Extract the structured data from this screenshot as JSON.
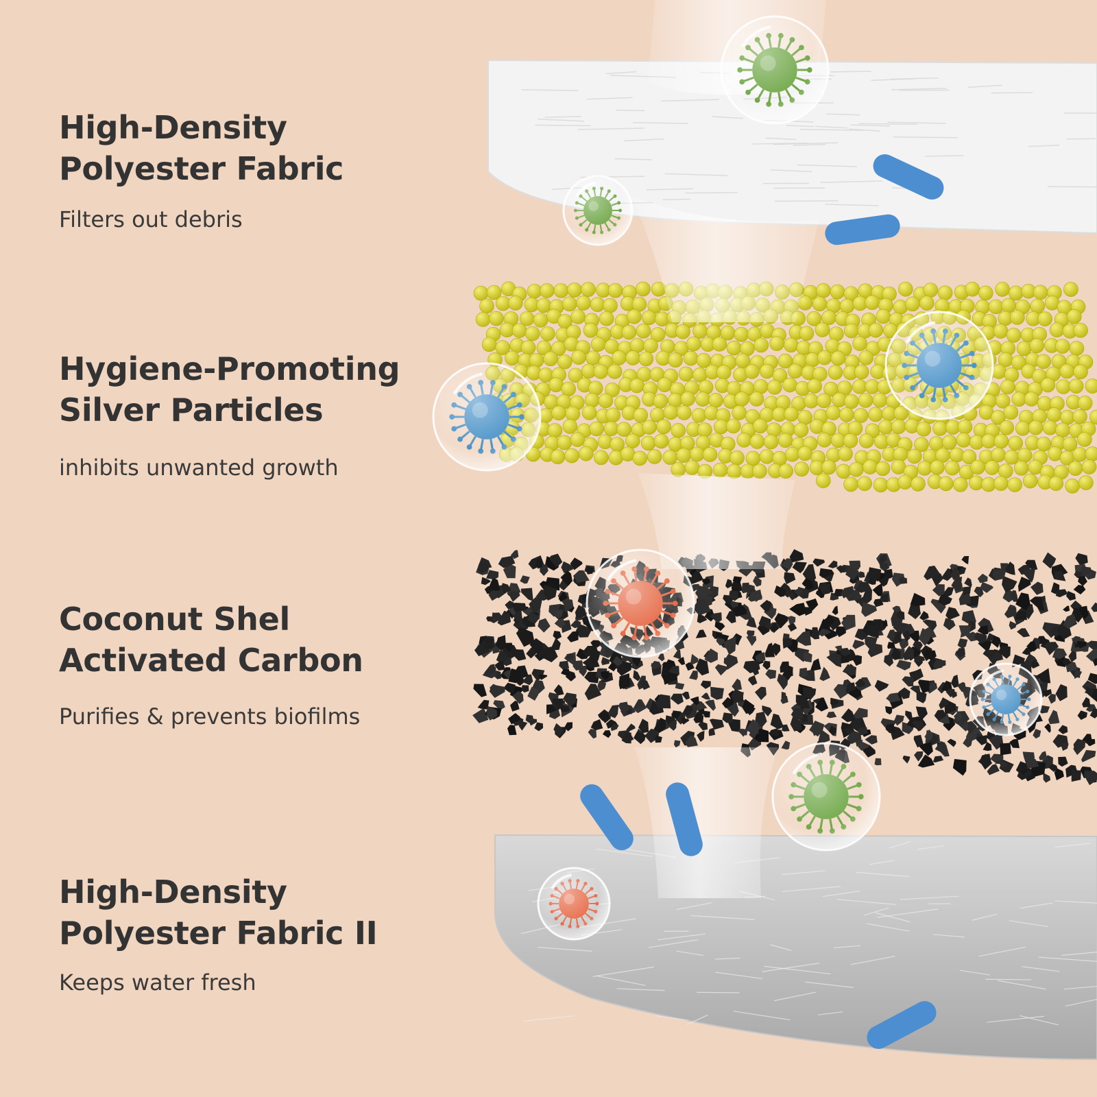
{
  "colors": {
    "background": "#f0d5c1",
    "text": "#333333",
    "fabric": "#f4f4f4",
    "fabric_bottom": "#bdbdbd",
    "silver_particles": "#d6cf2a",
    "carbon": "#1e1e1e",
    "water": "#ffffff",
    "microbe_green": "#5a9a2c",
    "microbe_blue": "#2f82c0",
    "microbe_red": "#e2542c",
    "rod": "#4d8ed0"
  },
  "layers": [
    {
      "title_line1": "High-Density",
      "title_line2": "Polyester Fabric",
      "description": "Filters out debris",
      "icon": "fabric-layer-icon"
    },
    {
      "title_line1": "Hygiene-Promoting",
      "title_line2": "Silver Particles",
      "description": "inhibits unwanted growth",
      "icon": "silver-particles-icon"
    },
    {
      "title_line1": "Coconut Shel",
      "title_line2": "Activated Carbon",
      "description": "Purifies & prevents biofilms",
      "icon": "activated-carbon-icon"
    },
    {
      "title_line1": "High-Density",
      "title_line2": "Polyester Fabric II",
      "description": "Keeps water fresh",
      "icon": "fabric-layer-icon"
    }
  ],
  "microbes": [
    {
      "color": "green",
      "icon": "microbe-icon"
    },
    {
      "color": "green",
      "icon": "microbe-icon"
    },
    {
      "color": "blue",
      "icon": "microbe-icon"
    },
    {
      "color": "blue",
      "icon": "microbe-icon"
    },
    {
      "color": "red",
      "icon": "microbe-icon"
    },
    {
      "color": "blue",
      "icon": "microbe-icon"
    },
    {
      "color": "green",
      "icon": "microbe-icon"
    },
    {
      "color": "red",
      "icon": "microbe-icon"
    }
  ],
  "rods": {
    "icon": "bacteria-rod-icon",
    "count": 5
  }
}
